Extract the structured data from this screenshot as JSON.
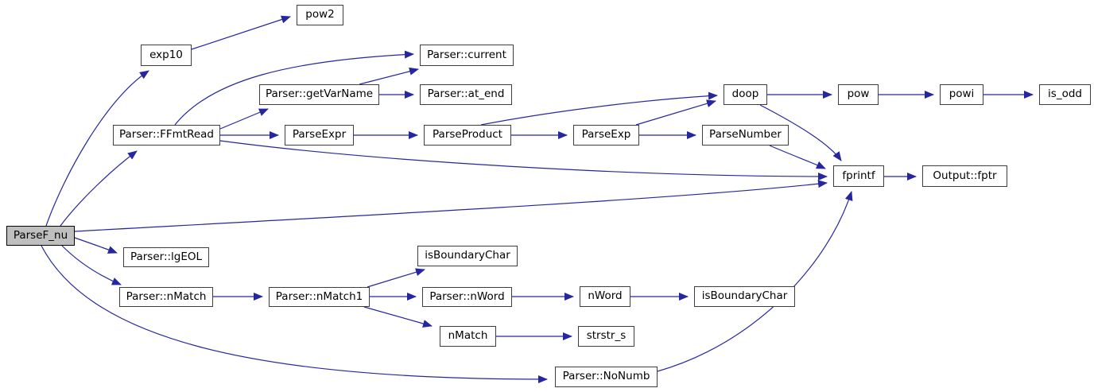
{
  "diagram": {
    "type": "doxygen-call-graph",
    "root": "ParseF_nu",
    "colors": {
      "background": "#ffffff",
      "edge_color": "#2626a0",
      "node_fill": "#ffffff",
      "node_border_color": "#3d3d3d",
      "highlight_fill": "#bfbfbf",
      "highlight_border_color": "#000000",
      "text_color": "#000000"
    },
    "nodes": [
      {
        "id": "ParseF_nu",
        "label": "ParseF_nu",
        "highlighted": true
      },
      {
        "id": "exp10",
        "label": "exp10",
        "highlighted": false
      },
      {
        "id": "pow2",
        "label": "pow2",
        "highlighted": false
      },
      {
        "id": "Parser::current",
        "label": "Parser::current",
        "highlighted": false
      },
      {
        "id": "Parser::getVarName",
        "label": "Parser::getVarName",
        "highlighted": false
      },
      {
        "id": "Parser::at_end",
        "label": "Parser::at_end",
        "highlighted": false
      },
      {
        "id": "Parser::FFmtRead",
        "label": "Parser::FFmtRead",
        "highlighted": false
      },
      {
        "id": "ParseExpr",
        "label": "ParseExpr",
        "highlighted": false
      },
      {
        "id": "ParseProduct",
        "label": "ParseProduct",
        "highlighted": false
      },
      {
        "id": "ParseExp",
        "label": "ParseExp",
        "highlighted": false
      },
      {
        "id": "ParseNumber",
        "label": "ParseNumber",
        "highlighted": false
      },
      {
        "id": "doop",
        "label": "doop",
        "highlighted": false
      },
      {
        "id": "pow",
        "label": "pow",
        "highlighted": false
      },
      {
        "id": "powi",
        "label": "powi",
        "highlighted": false
      },
      {
        "id": "is_odd",
        "label": "is_odd",
        "highlighted": false
      },
      {
        "id": "fprintf",
        "label": "fprintf",
        "highlighted": false
      },
      {
        "id": "Output::fptr",
        "label": "Output::fptr",
        "highlighted": false
      },
      {
        "id": "Parser::lgEOL",
        "label": "Parser::lgEOL",
        "highlighted": false
      },
      {
        "id": "Parser::nMatch",
        "label": "Parser::nMatch",
        "highlighted": false
      },
      {
        "id": "Parser::nMatch1",
        "label": "Parser::nMatch1",
        "highlighted": false
      },
      {
        "id": "isBoundaryChar",
        "label": "isBoundaryChar",
        "highlighted": false
      },
      {
        "id": "Parser::nWord",
        "label": "Parser::nWord",
        "highlighted": false
      },
      {
        "id": "nWord",
        "label": "nWord",
        "highlighted": false
      },
      {
        "id": "isBoundaryChar_2",
        "label": "isBoundaryChar",
        "highlighted": false
      },
      {
        "id": "nMatch",
        "label": "nMatch",
        "highlighted": false
      },
      {
        "id": "strstr_s",
        "label": "strstr_s",
        "highlighted": false
      },
      {
        "id": "Parser::NoNumb",
        "label": "Parser::NoNumb",
        "highlighted": false
      }
    ],
    "edges": [
      {
        "from": "ParseF_nu",
        "to": "exp10"
      },
      {
        "from": "ParseF_nu",
        "to": "Parser::FFmtRead"
      },
      {
        "from": "ParseF_nu",
        "to": "fprintf"
      },
      {
        "from": "ParseF_nu",
        "to": "Parser::lgEOL"
      },
      {
        "from": "ParseF_nu",
        "to": "Parser::nMatch"
      },
      {
        "from": "ParseF_nu",
        "to": "Parser::NoNumb"
      },
      {
        "from": "exp10",
        "to": "pow2"
      },
      {
        "from": "Parser::FFmtRead",
        "to": "Parser::current"
      },
      {
        "from": "Parser::FFmtRead",
        "to": "Parser::getVarName"
      },
      {
        "from": "Parser::FFmtRead",
        "to": "ParseExpr"
      },
      {
        "from": "Parser::FFmtRead",
        "to": "fprintf"
      },
      {
        "from": "Parser::getVarName",
        "to": "Parser::current"
      },
      {
        "from": "Parser::getVarName",
        "to": "Parser::at_end"
      },
      {
        "from": "ParseExpr",
        "to": "ParseProduct"
      },
      {
        "from": "ParseProduct",
        "to": "ParseExp"
      },
      {
        "from": "ParseProduct",
        "to": "doop"
      },
      {
        "from": "ParseExp",
        "to": "doop"
      },
      {
        "from": "ParseExp",
        "to": "ParseNumber"
      },
      {
        "from": "doop",
        "to": "pow"
      },
      {
        "from": "doop",
        "to": "fprintf"
      },
      {
        "from": "pow",
        "to": "powi"
      },
      {
        "from": "powi",
        "to": "is_odd"
      },
      {
        "from": "ParseNumber",
        "to": "fprintf"
      },
      {
        "from": "fprintf",
        "to": "Output::fptr"
      },
      {
        "from": "Parser::nMatch",
        "to": "Parser::nMatch1"
      },
      {
        "from": "Parser::nMatch1",
        "to": "isBoundaryChar"
      },
      {
        "from": "Parser::nMatch1",
        "to": "Parser::nWord"
      },
      {
        "from": "Parser::nMatch1",
        "to": "nMatch"
      },
      {
        "from": "Parser::nWord",
        "to": "nWord"
      },
      {
        "from": "nWord",
        "to": "isBoundaryChar_2"
      },
      {
        "from": "nMatch",
        "to": "strstr_s"
      },
      {
        "from": "Parser::NoNumb",
        "to": "fprintf"
      }
    ]
  }
}
